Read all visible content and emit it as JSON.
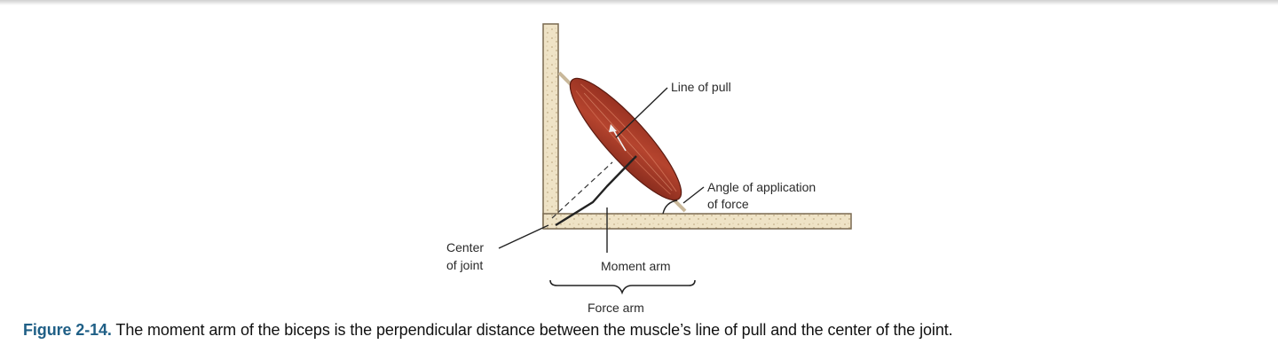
{
  "figure": {
    "labels": {
      "line_of_pull": "Line of pull",
      "angle_line1": "Angle of application",
      "angle_line2": "of force",
      "center_line1": "Center",
      "center_line2": "of joint",
      "moment_arm": "Moment arm",
      "force_arm": "Force arm"
    },
    "caption": {
      "number": "Figure 2-14.",
      "text": "The moment arm of the biceps is the perpendicular distance between the muscle’s line of pull and the center of the joint."
    }
  }
}
